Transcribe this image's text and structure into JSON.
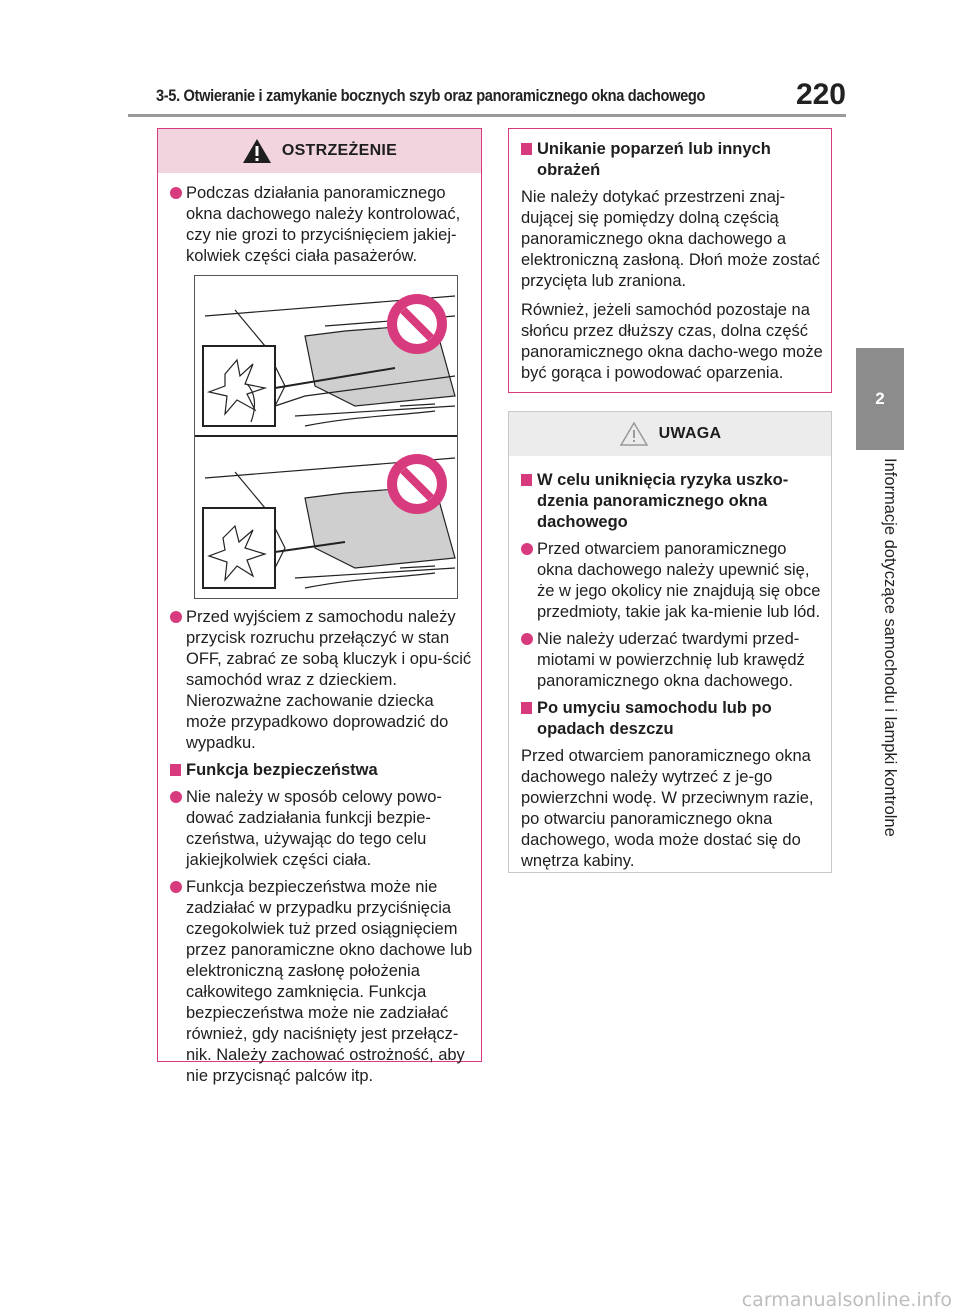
{
  "header": {
    "section_title": "3-5. Otwieranie i zamykanie bocznych szyb oraz panoramicznego okna dachowego",
    "page_number": "220"
  },
  "sidebar": {
    "chapter_number": "2",
    "chapter_title": "Informacje dotyczące samochodu i lampki kontrolne"
  },
  "warning_box": {
    "title": "OSTRZEŻENIE",
    "bullet1": "Podczas działania panoramicznego okna dachowego należy kontrolować, czy nie grozi to przyciśnięciem jakiej-kolwiek części ciała pasażerów.",
    "bullet2": "Przed wyjściem z samochodu należy przycisk rozruchu przełączyć w stan OFF, zabrać ze sobą kluczyk i opu-ścić samochód wraz z dzieckiem. Nierozważne zachowanie dziecka może przypadkowo doprowadzić do wypadku.",
    "heading": "Funkcja bezpieczeństwa",
    "bullet3": "Nie należy w sposób celowy powo-dować zadziałania funkcji bezpie-czeństwa, używając do tego celu jakiejkolwiek części ciała.",
    "bullet4": "Funkcja bezpieczeństwa może nie zadziałać w przypadku przyciśnięcia czegokolwiek tuż przed osiągnięciem przez panoramiczne okno dachowe lub elektroniczną zasłonę położenia całkowitego zamknięcia. Funkcja bezpieczeństwa może nie zadziałać również, gdy naciśnięty jest przełącz-nik. Należy zachować ostrożność, aby nie przycisnąć palców itp."
  },
  "burn_box": {
    "heading": "Unikanie poparzeń lub innych obrażeń",
    "para1": "Nie należy dotykać przestrzeni znaj-dującej się pomiędzy dolną częścią panoramicznego okna dachowego a elektroniczną zasłoną. Dłoń może zostać przycięta lub zraniona.",
    "para2": "Również, jeżeli samochód pozostaje na słońcu przez dłuższy czas, dolna część panoramicznego okna dacho-wego może być gorąca i powodować oparzenia."
  },
  "notice_box": {
    "title": "UWAGA",
    "heading1": "W celu uniknięcia ryzyka uszko-dzenia panoramicznego okna dachowego",
    "bullet1": "Przed otwarciem panoramicznego okna dachowego należy upewnić się, że w jego okolicy nie znajdują się obce przedmioty, takie jak ka-mienie lub lód.",
    "bullet2": "Nie należy uderzać twardymi przed-miotami w powierzchnię lub krawędź panoramicznego okna dachowego.",
    "heading2": "Po umyciu samochodu lub po opadach deszczu",
    "para": "Przed otwarciem panoramicznego okna dachowego należy wytrzeć z je-go powierzchni wodę. W przeciwnym razie, po otwarciu panoramicznego okna dachowego, woda może dostać się do wnętrza kabiny."
  },
  "footer": {
    "watermark": "carmanualsonline.info"
  },
  "colors": {
    "accent": "#d83a7e",
    "warn_header_bg": "#f2d4de",
    "tab_gray": "#8c8c8c"
  }
}
